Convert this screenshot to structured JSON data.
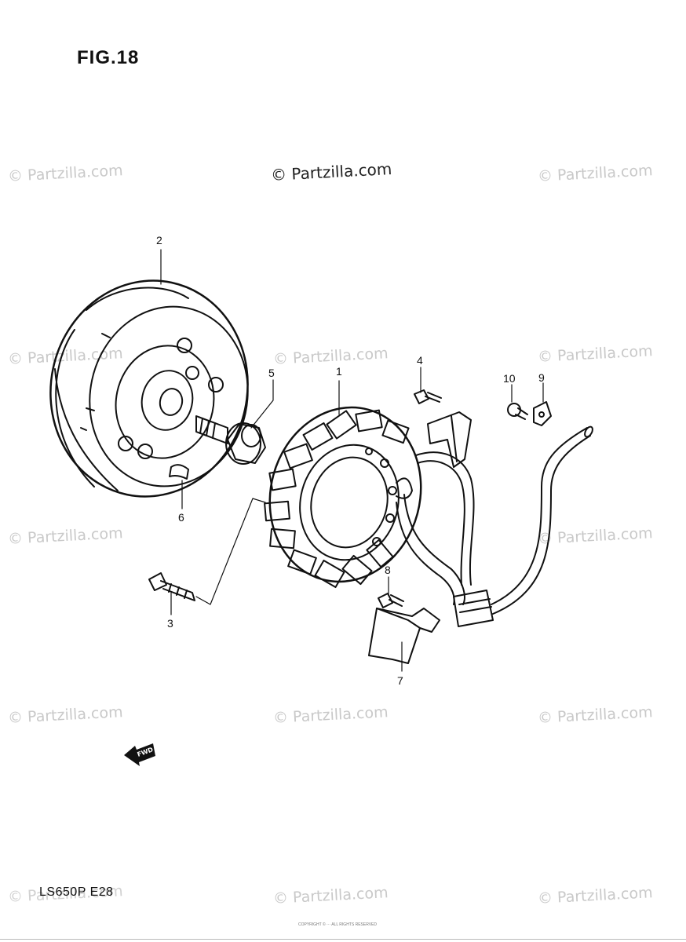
{
  "figure_title": "FIG.18",
  "watermark_text": "© Partzilla.com",
  "model_code": "LS650P  E28",
  "fwd_label": "FWD",
  "footer_note": "COPYRIGHT © ··· ALL RIGHTS RESERVED",
  "callouts": [
    "1",
    "2",
    "3",
    "4",
    "5",
    "6",
    "7",
    "8",
    "9",
    "10"
  ],
  "line_color": "#111111",
  "watermark_color": "#c9c9c9"
}
